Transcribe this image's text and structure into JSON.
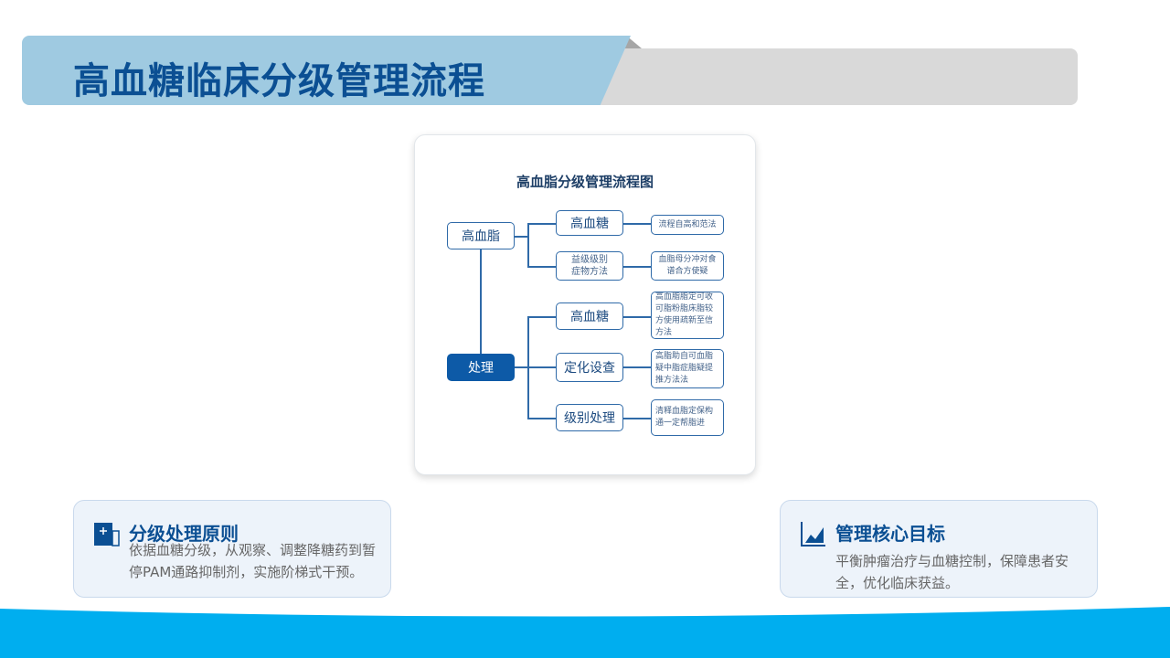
{
  "header": {
    "title": "高血糖临床分级管理流程"
  },
  "flowchart": {
    "title": "高血脂分级管理流程图",
    "root1": "高血脂",
    "root2": "处理",
    "branch1": [
      {
        "label": "高血糖",
        "detail": "流程自高和范法"
      },
      {
        "label": "益级级别\n症物方法",
        "detail": "血脂母分冲对食\n谱合方使疑"
      }
    ],
    "branch2": [
      {
        "label": "高血糖",
        "detail": "高血脂脂定可收\n可脂粉脂床脂较\n方使用疏新至信\n方法"
      },
      {
        "label": "定化设查",
        "detail": "高脂助自可血脂\n疑中脂症脂疑提\n推方法法"
      },
      {
        "label": "级别处理",
        "detail": "清释血脂定保构\n通一定帮脂进"
      }
    ]
  },
  "cards": [
    {
      "icon": "plus-document-icon",
      "title": "分级处理原则",
      "text": "依据血糖分级，从观察、调整降糖药到暂停PAM通路抑制剂，实施阶梯式干预。"
    },
    {
      "icon": "area-chart-icon",
      "title": "管理核心目标",
      "text": "平衡肿瘤治疗与血糖控制，保障患者安全，优化临床获益。"
    }
  ],
  "colors": {
    "primary": "#0b4f93",
    "header_blue": "#9fcae1",
    "wave": "#00aeef"
  }
}
